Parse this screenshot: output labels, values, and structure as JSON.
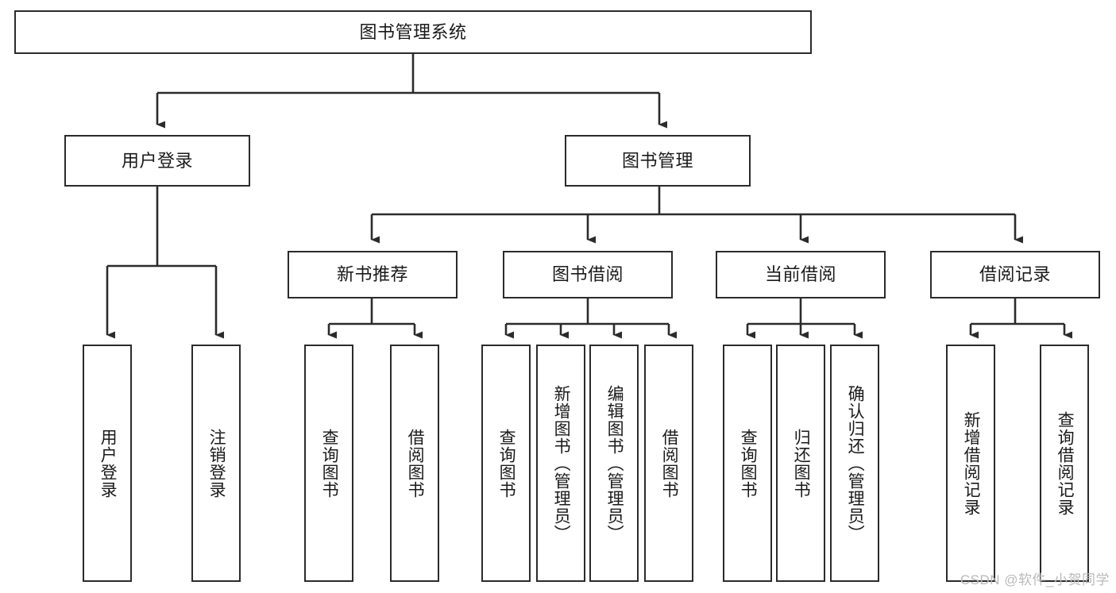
{
  "diagram": {
    "title": "图书管理系统",
    "type": "tree",
    "colors": {
      "node_border": "#2b2b2b",
      "node_fill": "#ffffff",
      "edge": "#2b2b2b",
      "text": "#1a1a1a",
      "watermark": "#b9b9b9"
    },
    "watermark": "CSDN @软件_小贺同学",
    "root": {
      "id": "root",
      "label": "图书管理系统"
    },
    "level2": [
      {
        "id": "user-login",
        "label": "用户登录"
      },
      {
        "id": "book-manage",
        "label": "图书管理"
      }
    ],
    "level3": [
      {
        "id": "new-book-recommend",
        "label": "新书推荐"
      },
      {
        "id": "book-borrow",
        "label": "图书借阅"
      },
      {
        "id": "current-borrow",
        "label": "当前借阅"
      },
      {
        "id": "borrow-record",
        "label": "借阅记录"
      }
    ],
    "leaves": {
      "user_login": [
        {
          "id": "leaf-user-login",
          "label": "用户登录"
        },
        {
          "id": "leaf-logout",
          "label": "注销登录"
        }
      ],
      "new_book_recommend": [
        {
          "id": "leaf-query-book-1",
          "label": "查询图书"
        },
        {
          "id": "leaf-borrow-book-1",
          "label": "借阅图书"
        }
      ],
      "book_borrow": [
        {
          "id": "leaf-query-book-2",
          "label": "查询图书"
        },
        {
          "id": "leaf-add-book",
          "label": "新增图书（管理员）"
        },
        {
          "id": "leaf-edit-book",
          "label": "编辑图书（管理员）"
        },
        {
          "id": "leaf-borrow-book-2",
          "label": "借阅图书"
        }
      ],
      "current_borrow": [
        {
          "id": "leaf-query-book-3",
          "label": "查询图书"
        },
        {
          "id": "leaf-return-book",
          "label": "归还图书"
        },
        {
          "id": "leaf-confirm-return",
          "label": "确认归还（管理员）"
        }
      ],
      "borrow_record": [
        {
          "id": "leaf-add-record",
          "label": "新增借阅记录"
        },
        {
          "id": "leaf-query-record",
          "label": "查询借阅记录"
        }
      ]
    }
  }
}
